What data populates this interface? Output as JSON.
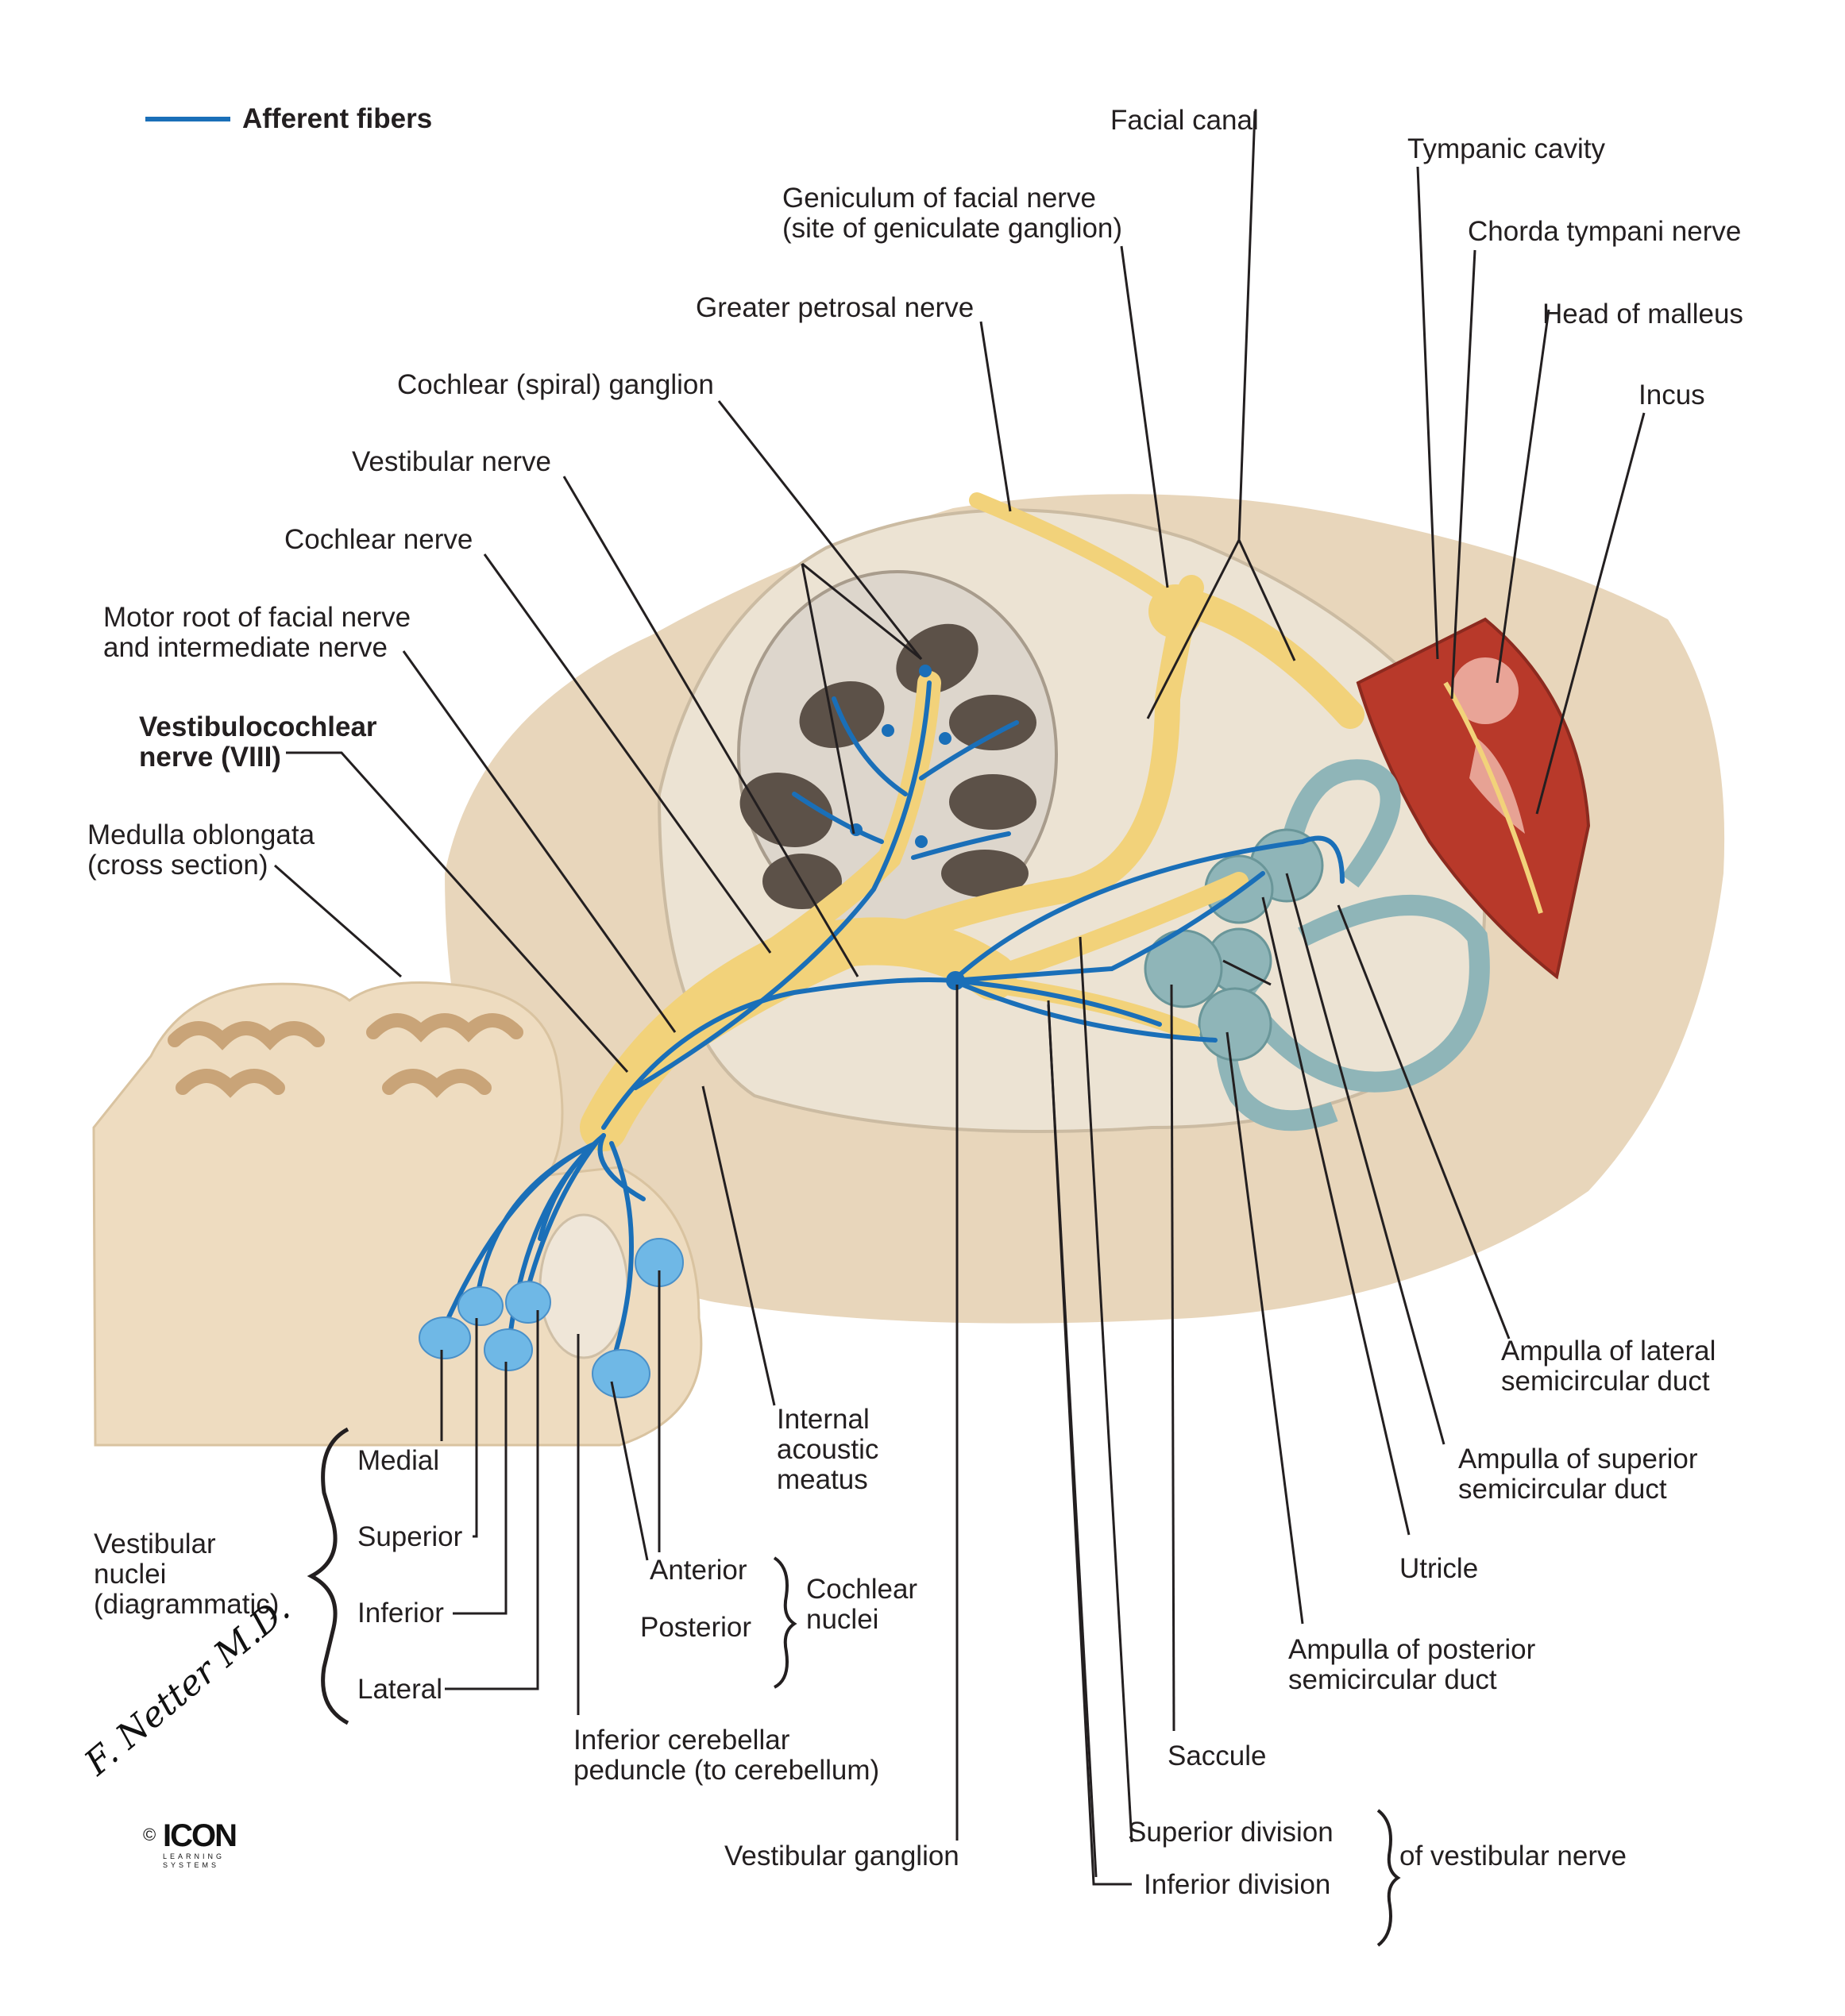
{
  "legend": {
    "label": "Afferent fibers",
    "color": "#1a6fb8"
  },
  "colors": {
    "nerve": "#f2d27a",
    "afferent_fiber": "#1a6fb8",
    "bone": "#e8dcc6",
    "tissue": "#e6d2b4",
    "labyrinth": "#8fb5b8",
    "tympanic": "#b8392a",
    "nuclei": "#6fb8e6"
  },
  "labels": {
    "facial_canal": "Facial canal",
    "tympanic_cavity": "Tympanic cavity",
    "geniculum_line1": "Geniculum of facial nerve",
    "geniculum_line2": "(site of geniculate ganglion)",
    "chorda_tympani": "Chorda tympani nerve",
    "greater_petrosal": "Greater petrosal nerve",
    "head_of_malleus": "Head of malleus",
    "cochlear_ganglion": "Cochlear (spiral) ganglion",
    "incus": "Incus",
    "vestibular_nerve": "Vestibular nerve",
    "cochlear_nerve": "Cochlear nerve",
    "motor_root_line1": "Motor root of facial nerve",
    "motor_root_line2": "and intermediate nerve",
    "vestibulocochlear_line1": "Vestibulocochlear",
    "vestibulocochlear_line2": "nerve (VIII)",
    "medulla_line1": "Medulla oblongata",
    "medulla_line2": "(cross section)",
    "internal_acoustic_line1": "Internal",
    "internal_acoustic_line2": "acoustic",
    "internal_acoustic_line3": "meatus",
    "ampulla_lateral_line1": "Ampulla of lateral",
    "ampulla_lateral_line2": "semicircular duct",
    "ampulla_superior_line1": "Ampulla of superior",
    "ampulla_superior_line2": "semicircular duct",
    "utricle": "Utricle",
    "ampulla_posterior_line1": "Ampulla of posterior",
    "ampulla_posterior_line2": "semicircular duct",
    "saccule": "Saccule",
    "superior_division": "Superior division",
    "inferior_division": "Inferior division",
    "of_vestibular_nerve": "of vestibular nerve",
    "vestibular_ganglion": "Vestibular ganglion",
    "inferior_cerebellar_line1": "Inferior cerebellar",
    "inferior_cerebellar_line2": "peduncle (to cerebellum)",
    "vestibular_nuclei_line1": "Vestibular",
    "vestibular_nuclei_line2": "nuclei",
    "vestibular_nuclei_line3": "(diagrammatic)",
    "medial": "Medial",
    "superior": "Superior",
    "inferior": "Inferior",
    "lateral": "Lateral",
    "anterior": "Anterior",
    "posterior": "Posterior",
    "cochlear_nuclei_line1": "Cochlear",
    "cochlear_nuclei_line2": "nuclei"
  },
  "signature": {
    "artist": "F. Netter M.D.",
    "copyright": "©",
    "publisher": "ICON",
    "publisher_sub_line1": "LEARNING",
    "publisher_sub_line2": "SYSTEMS"
  }
}
